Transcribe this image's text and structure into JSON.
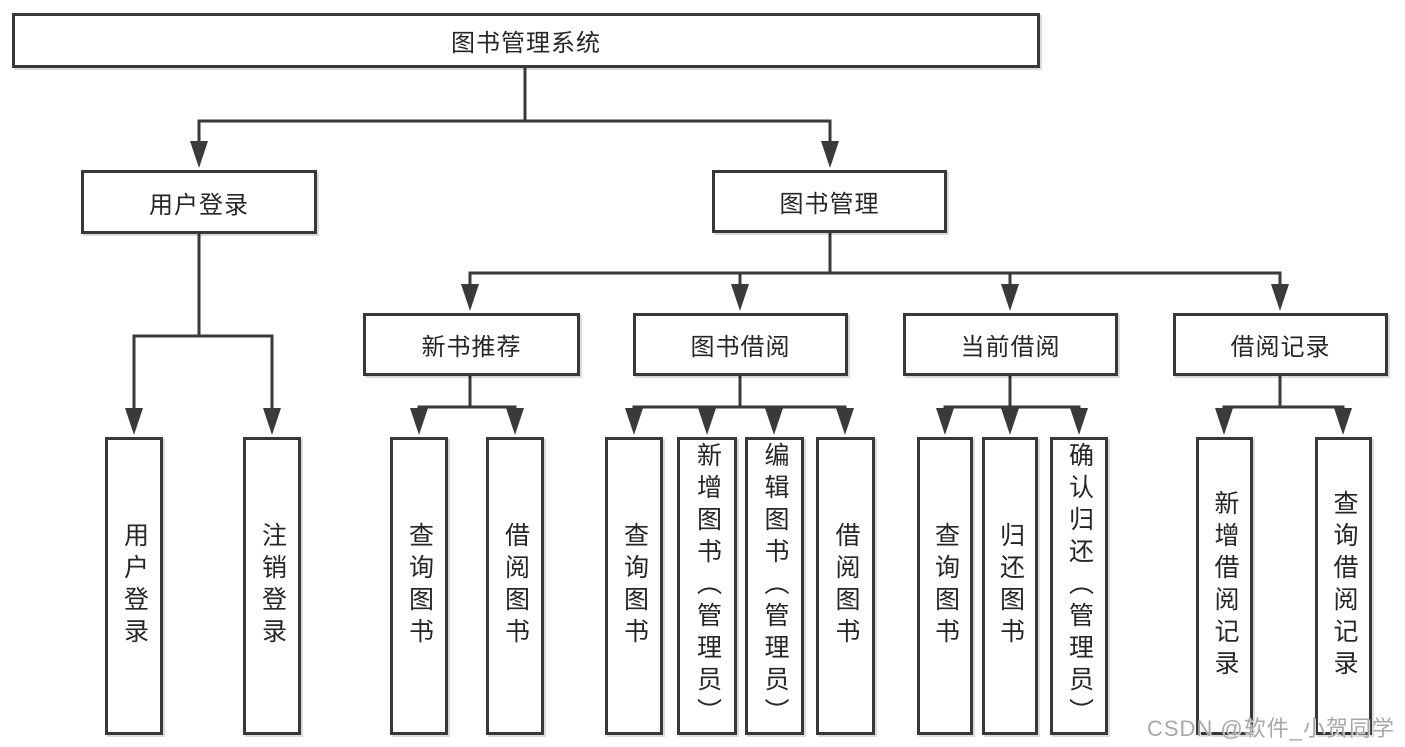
{
  "diagram": {
    "root": {
      "label": "图书管理系统"
    },
    "level1": [
      {
        "label": "用户登录"
      },
      {
        "label": "图书管理"
      }
    ],
    "level2": [
      {
        "label": "新书推荐"
      },
      {
        "label": "图书借阅"
      },
      {
        "label": "当前借阅"
      },
      {
        "label": "借阅记录"
      }
    ],
    "leaves": {
      "user_login": [
        "用户登录",
        "注销登录"
      ],
      "new_book_recommend": [
        "查询图书",
        "借阅图书"
      ],
      "book_borrowing": [
        "查询图书",
        "新增图书（管理员）",
        "编辑图书（管理员）",
        "借阅图书"
      ],
      "current_borrowing": [
        "查询图书",
        "归还图书",
        "确认归还（管理员）"
      ],
      "borrowing_records": [
        "新增借阅记录",
        "查询借阅记录"
      ]
    }
  },
  "watermark": "CSDN @软件_小贺同学",
  "colors": {
    "line": "#3a3a3a",
    "box_border": "#383838",
    "box_bg": "#ffffff",
    "text": "#262626",
    "watermark": "#a8a8a8",
    "background": "#ffffff"
  }
}
